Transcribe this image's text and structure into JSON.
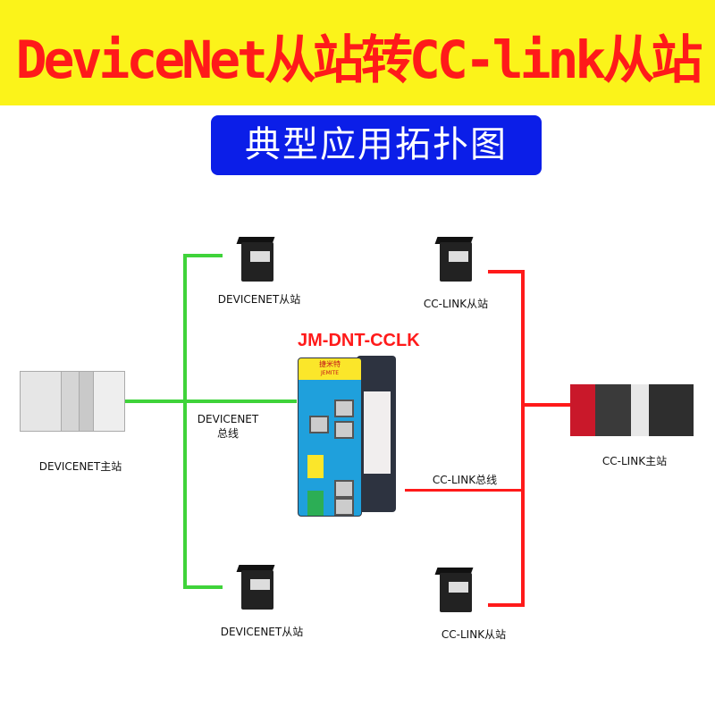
{
  "header": {
    "title": "DeviceNet从站转CC-link从站",
    "subtitle": "典型应用拓扑图"
  },
  "device": {
    "model": "JM-DNT-CCLK",
    "brand_cn": "捷米特",
    "brand_en": "JEMITE"
  },
  "nodes": {
    "devicenet_master": "DEVICENET主站",
    "devicenet_slave_top": "DEVICENET从站",
    "devicenet_slave_bottom": "DEVICENET从站",
    "devicenet_bus_line1": "DEVICENET",
    "devicenet_bus_line2": "总线",
    "cclink_slave_top": "CC-LINK从站",
    "cclink_slave_bottom": "CC-LINK从站",
    "cclink_bus": "CC-LINK总线",
    "cclink_master": "CC-LINK主站"
  },
  "colors": {
    "devicenet_line": "#3fd33a",
    "cclink_line": "#ff1a1a",
    "banner": "#fbf31a",
    "subtitle_bg": "#0b1ee8"
  }
}
